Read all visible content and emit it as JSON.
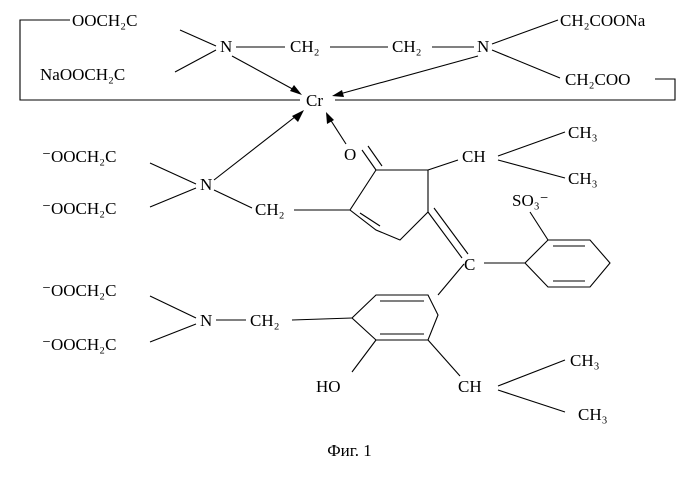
{
  "labels": {
    "ooch2c_top": "OOCH₂C",
    "naooch2c": "NaOOCH₂C",
    "n_left": "N",
    "ch2_a": "CH₂",
    "ch2_b": "CH₂",
    "n_right": "N",
    "ch2cooNa": "CH₂COONa",
    "ch2coo": "CH₂COO",
    "cr": "Cr",
    "ooch2c_1": "⁻OOCH₂C",
    "ooch2c_2": "⁻OOCH₂C",
    "n_mid": "N",
    "ch2_mid": "CH₂",
    "o_carbonyl": "O",
    "ch_top": "CH",
    "ch3_1": "CH₃",
    "ch3_2": "CH₃",
    "so3": "SO₃⁻",
    "c_center": "C",
    "ooch2c_3": "⁻OOCH₂C",
    "ooch2c_4": "⁻OOCH₂C",
    "n_low": "N",
    "ch2_low": "CH₂",
    "ho": "HO",
    "ch_bottom": "CH",
    "ch3_3": "CH₃",
    "ch3_4": "CH₃"
  },
  "caption": "Фиг. 1"
}
